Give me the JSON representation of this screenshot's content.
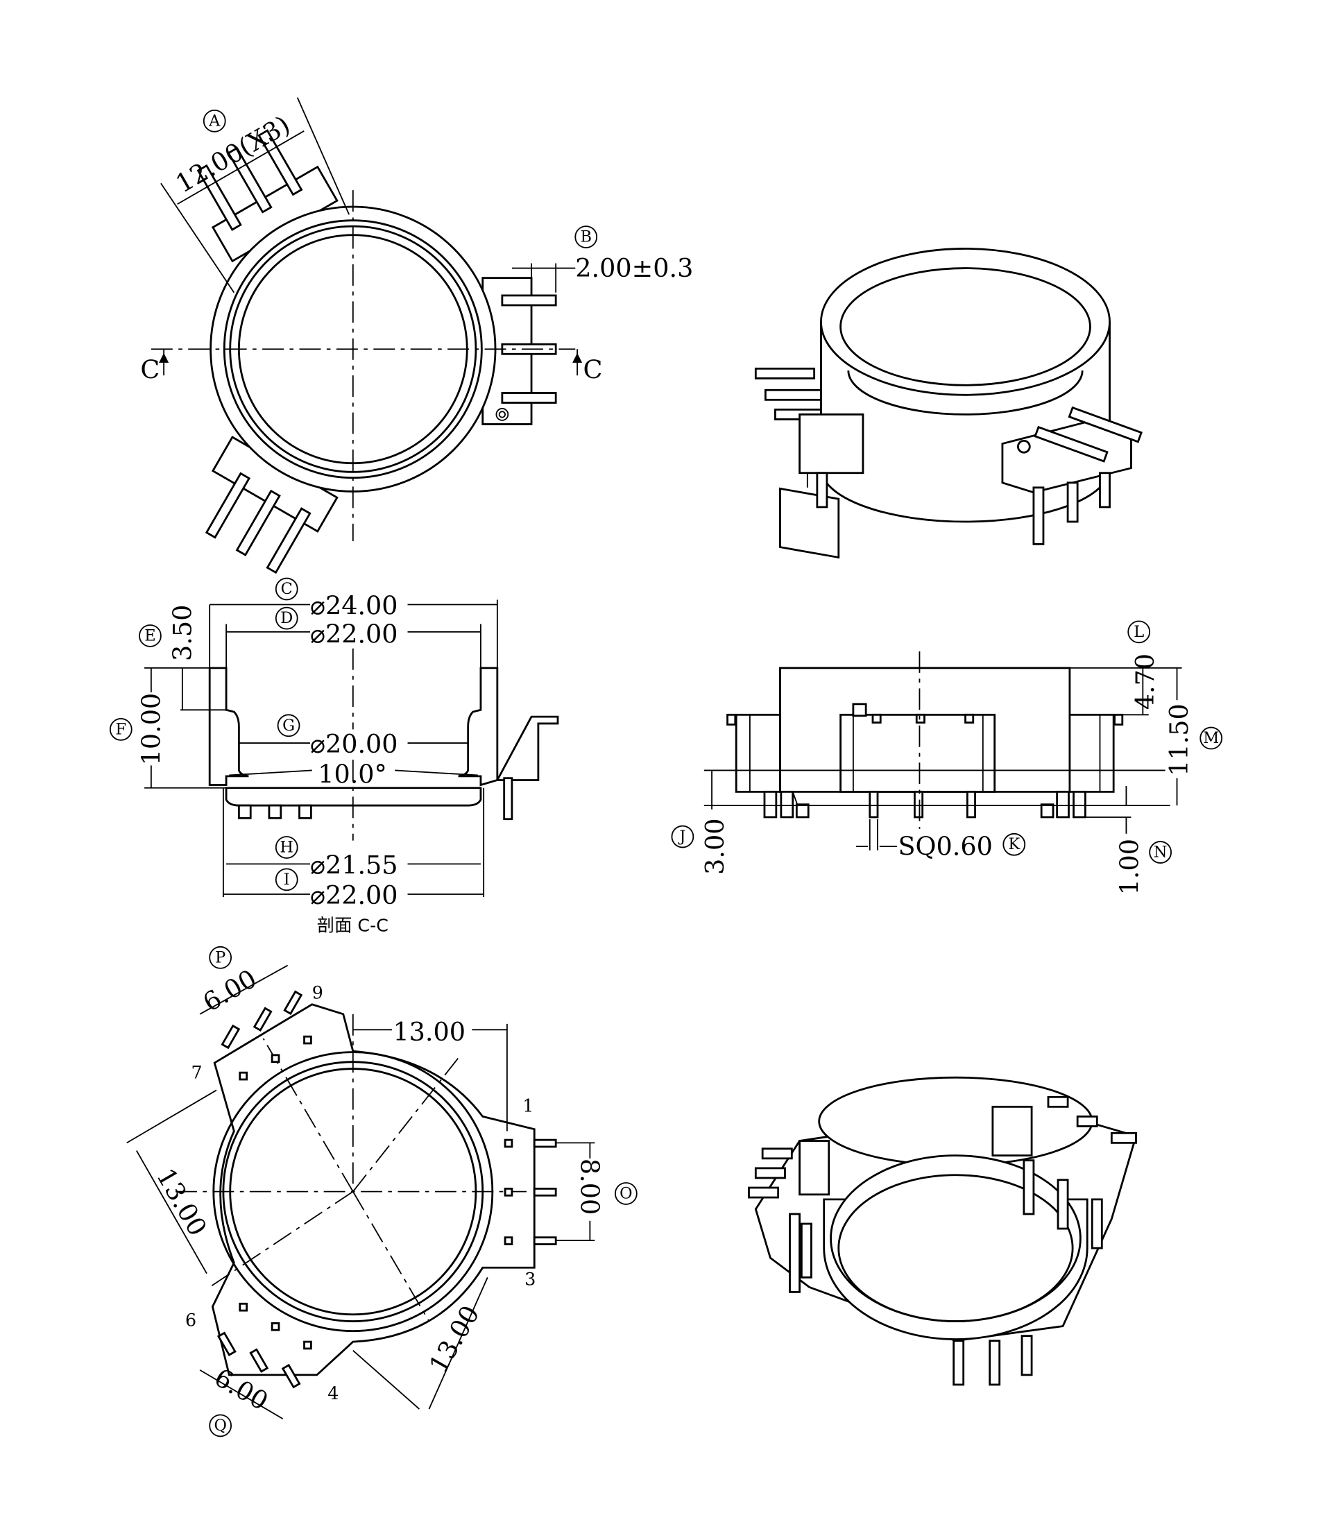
{
  "top_view": {
    "dim_a": {
      "bubble": "A",
      "text": "12.00(X3)"
    },
    "dim_b": {
      "bubble": "B",
      "text": "2.00±0.3"
    },
    "section_marker": "C"
  },
  "section_view": {
    "dim_c": {
      "bubble": "C",
      "text": "⌀24.00"
    },
    "dim_d": {
      "bubble": "D",
      "text": "⌀22.00"
    },
    "dim_e": {
      "bubble": "E",
      "text": "3.50"
    },
    "dim_f": {
      "bubble": "F",
      "text": "10.00"
    },
    "dim_g": {
      "bubble": "G",
      "text": "⌀20.00"
    },
    "angle": "10.0°",
    "dim_h": {
      "bubble": "H",
      "text": "⌀21.55"
    },
    "dim_i": {
      "bubble": "I",
      "text": "⌀22.00"
    },
    "caption": "剖面 C-C"
  },
  "side_view": {
    "dim_j": {
      "bubble": "J",
      "text": "3.00"
    },
    "dim_k": {
      "bubble": "K",
      "text": "SQ0.60"
    },
    "dim_l": {
      "bubble": "L",
      "text": "4.70"
    },
    "dim_m": {
      "bubble": "M",
      "text": "11.50"
    },
    "dim_n": {
      "bubble": "N",
      "text": "1.00"
    }
  },
  "bottom_view": {
    "dim_p": {
      "bubble": "P",
      "text": "6.00"
    },
    "dim_q": {
      "bubble": "Q",
      "text": "6.00"
    },
    "dim_o": {
      "bubble": "O",
      "text": "8.00"
    },
    "dim_top": "13.00",
    "dim_left": "13.00",
    "dim_bottom": "13.00",
    "pins": [
      "1",
      "3",
      "4",
      "6",
      "7",
      "9"
    ]
  }
}
